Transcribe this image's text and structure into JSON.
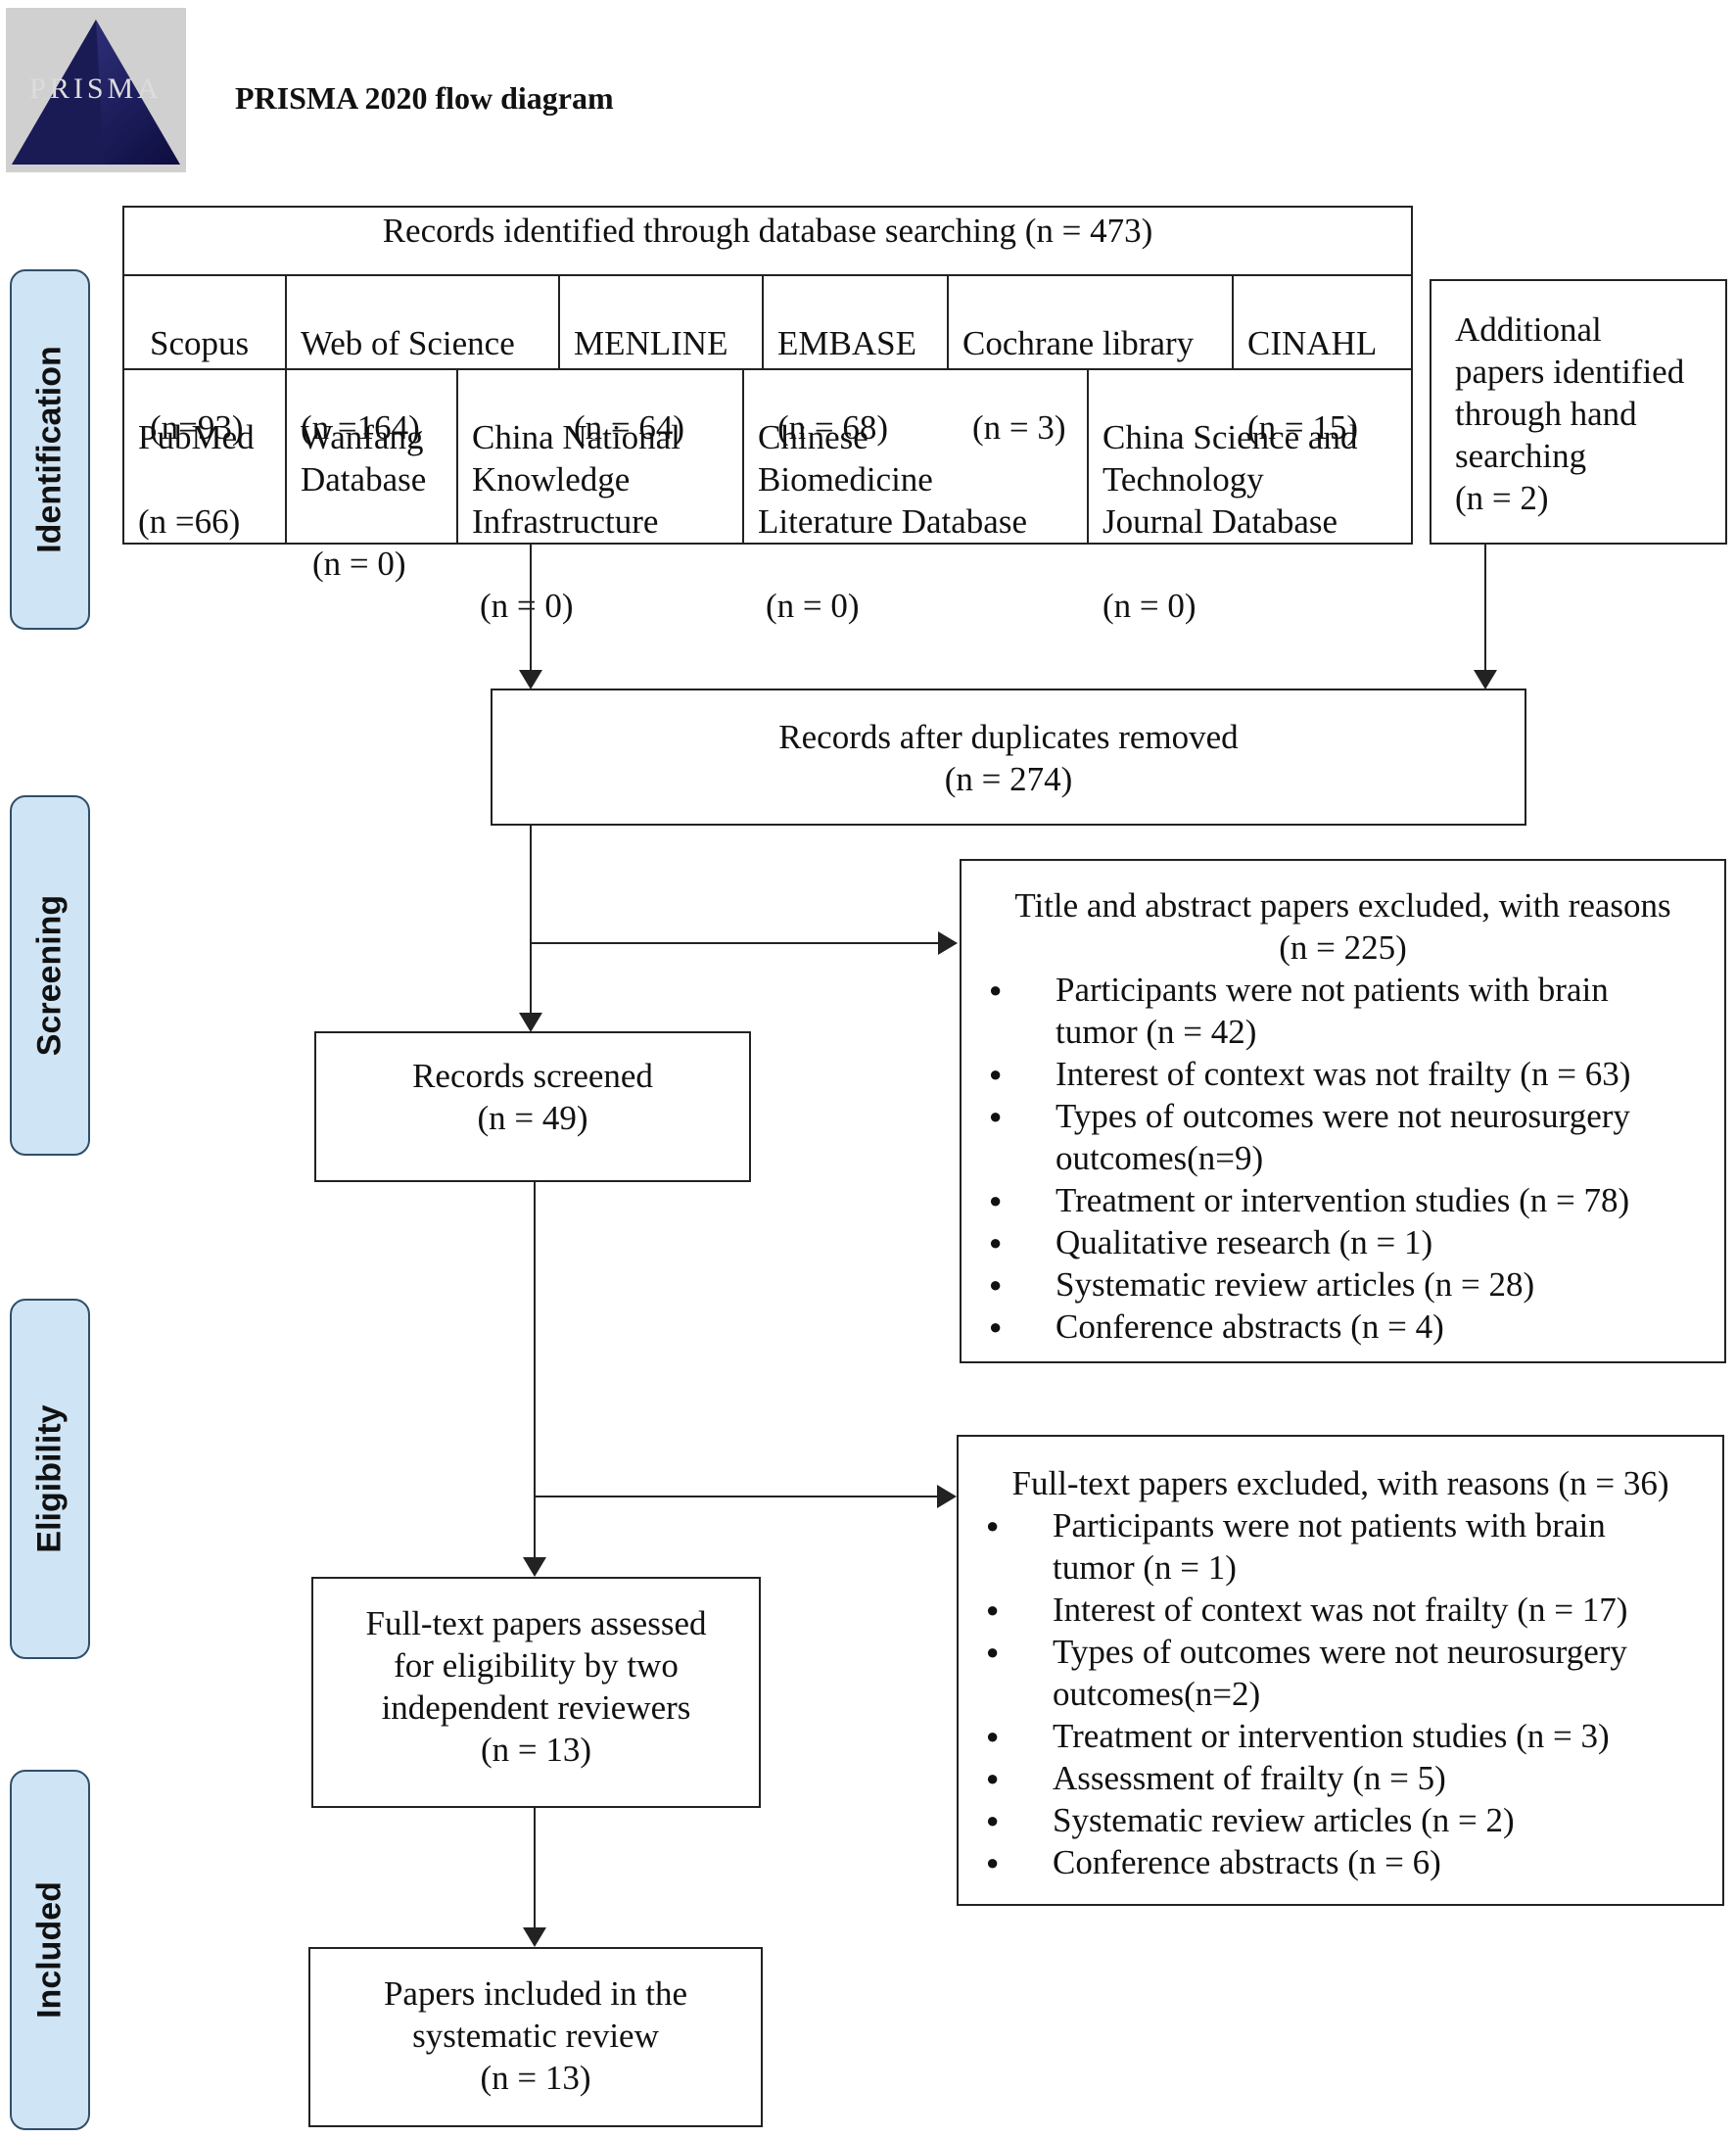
{
  "header": {
    "logo_text": "PRISMA",
    "title": "PRISMA 2020 flow diagram"
  },
  "stages": {
    "identification": "Identification",
    "screening": "Screening",
    "eligibility": "Eligibility",
    "included": "Included"
  },
  "identification": {
    "database_header": "Records identified through database searching (n = 473)",
    "databases_row1": [
      {
        "name": "Scopus",
        "count": "(n=93)"
      },
      {
        "name": "Web of Science",
        "count": "(n =164)"
      },
      {
        "name": "MENLINE",
        "count": "(n = 64)"
      },
      {
        "name": "EMBASE",
        "count": "(n = 68)"
      },
      {
        "name": "Cochrane library",
        "count": "(n = 3)"
      },
      {
        "name": "CINAHL",
        "count": "(n = 15)"
      }
    ],
    "databases_row2": [
      {
        "name": "PubMed",
        "count": "(n =66)"
      },
      {
        "name": "Wanfang\nDatabase",
        "count": "(n = 0)"
      },
      {
        "name": "China National\nKnowledge\nInfrastructure",
        "count": "(n = 0)"
      },
      {
        "name": "Chinese\nBiomedicine\nLiterature Database",
        "count": "(n = 0)"
      },
      {
        "name": "China Science and\nTechnology\nJournal Database",
        "count": "(n = 0)"
      }
    ],
    "additional": "Additional\npapers identified\nthrough hand\nsearching\n(n = 2)"
  },
  "screening": {
    "after_duplicates": "Records after duplicates removed",
    "after_duplicates_count": "(n = 274)",
    "screened": "Records screened",
    "screened_count": "(n = 49)",
    "excluded_title": "Title and abstract papers excluded, with reasons",
    "excluded_count": "(n = 225)",
    "excluded_reasons": [
      "Participants were not patients with brain tumor (n = 42)",
      "Interest of context was not frailty (n = 63)",
      "Types of outcomes were not neurosurgery outcomes(n=9)",
      "Treatment or intervention studies (n = 78)",
      "Qualitative research (n = 1)",
      "Systematic review articles (n = 28)",
      "Conference abstracts  (n = 4)"
    ]
  },
  "eligibility": {
    "assessed": "Full-text papers assessed\nfor eligibility by two\nindependent reviewers\n(n = 13)",
    "excluded_title": "Full-text papers excluded, with reasons (n = 36)",
    "excluded_reasons": [
      "Participants were not patients with brain tumor (n = 1)",
      "Interest of context was not frailty (n = 17)",
      "Types of outcomes were not neurosurgery outcomes(n=2)",
      "Treatment or intervention studies (n = 3)",
      "Assessment of frailty (n = 5)",
      "Systematic review articles (n = 2)",
      "Conference abstracts (n = 6)"
    ]
  },
  "included": {
    "text": "Papers included in the\nsystematic review\n(n = 13)"
  }
}
